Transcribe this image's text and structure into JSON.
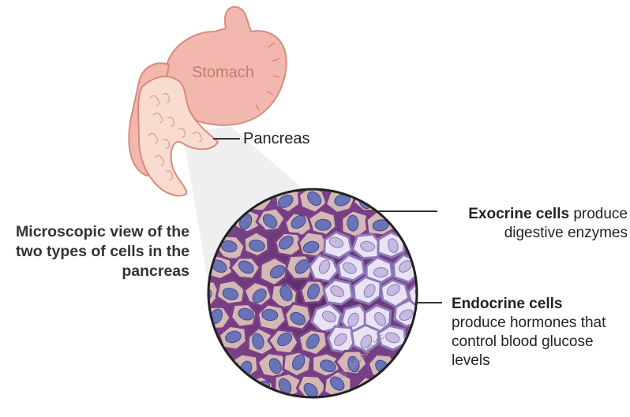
{
  "labels": {
    "stomach": "Stomach",
    "pancreas": "Pancreas",
    "microscopic_view": "Microscopic view of the two types of cells in the pancreas",
    "exocrine_bold": "Exocrine cells",
    "exocrine_rest": " produce digestive enzymes",
    "endocrine_bold": "Endocrine cells",
    "endocrine_rest": "produce hormones that control blood glucose levels",
    "copyright": "© LifeLearn Inc."
  },
  "colors": {
    "stomach_fill": "#f2b8ae",
    "stomach_stroke": "#d98a80",
    "pancreas_fill": "#f7dccf",
    "exocrine_cell": "#d4b8b4",
    "exocrine_nucleus": "#6a72b8",
    "matrix": "#7a3f86",
    "endocrine_cell": "#e9e3f5",
    "endocrine_nucleus": "#c5badf",
    "callout_shadow": "#ecebee"
  }
}
